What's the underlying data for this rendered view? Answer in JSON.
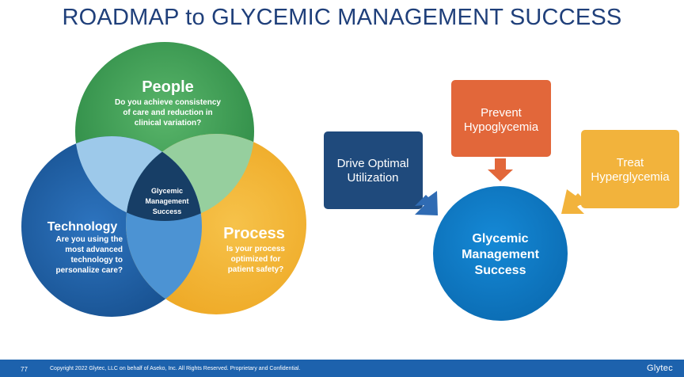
{
  "title": "ROADMAP to GLYCEMIC MANAGEMENT SUCCESS",
  "venn": {
    "people": {
      "title": "People",
      "desc": [
        "Do you achieve consistency",
        "of care and reduction in",
        "clinical variation?"
      ]
    },
    "technology": {
      "title": "Technology",
      "desc": [
        "Are you using the",
        "most advanced",
        "technology to",
        "personalize care?"
      ]
    },
    "process": {
      "title": "Process",
      "desc": [
        "Is your process",
        "optimized for",
        "patient safety?"
      ]
    },
    "center": [
      "Glycemic",
      "Management",
      "Success"
    ]
  },
  "roadmap": {
    "drive": [
      "Drive Optimal",
      "Utilization"
    ],
    "prevent": [
      "Prevent",
      "Hypoglycemia"
    ],
    "treat": [
      "Treat",
      "Hyperglycemia"
    ],
    "goal": [
      "Glycemic",
      "Management",
      "Success"
    ]
  },
  "colors": {
    "title": "#1f3f7a",
    "people": "#3f9e55",
    "technology": "#1f5ea8",
    "process": "#f2b330",
    "center": "#173e66",
    "drive_box": "#1f4a7c",
    "prevent_box": "#e2673a",
    "treat_box": "#f2b33c",
    "goal_circle": "#0d75bf",
    "footer": "#1d62ad"
  },
  "footer": {
    "page": "77",
    "copyright": "Copyright 2022 Glytec, LLC on behalf of Aseko, Inc. All Rights Reserved. Proprietary and Confidential.",
    "logo": "Glytec"
  }
}
